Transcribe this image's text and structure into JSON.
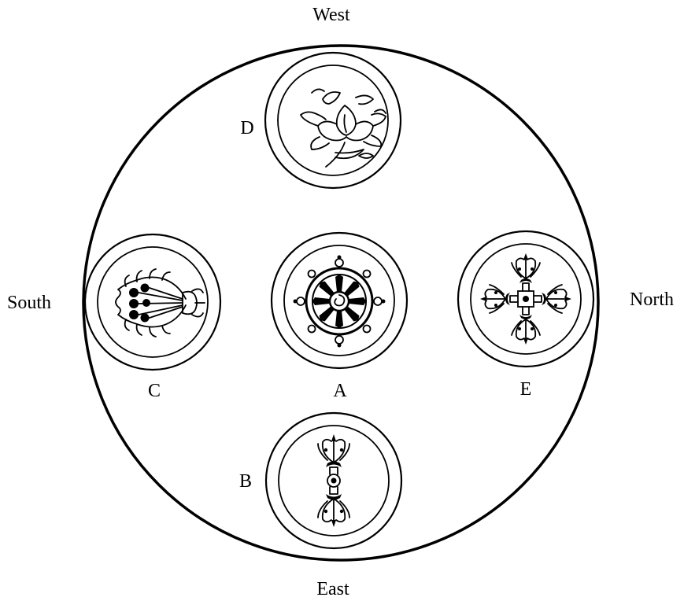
{
  "directions": {
    "top": "West",
    "bottom": "East",
    "left": "South",
    "right": "North"
  },
  "symbols": {
    "a": {
      "letter": "A",
      "icon": "dharma-wheel-icon"
    },
    "b": {
      "letter": "B",
      "icon": "vajra-vertical-icon"
    },
    "c": {
      "letter": "C",
      "icon": "flaming-jewel-icon"
    },
    "d": {
      "letter": "D",
      "icon": "lotus-flower-icon"
    },
    "e": {
      "letter": "E",
      "icon": "double-vajra-icon"
    }
  },
  "colors": {
    "ink": "#000000",
    "background": "#ffffff"
  }
}
